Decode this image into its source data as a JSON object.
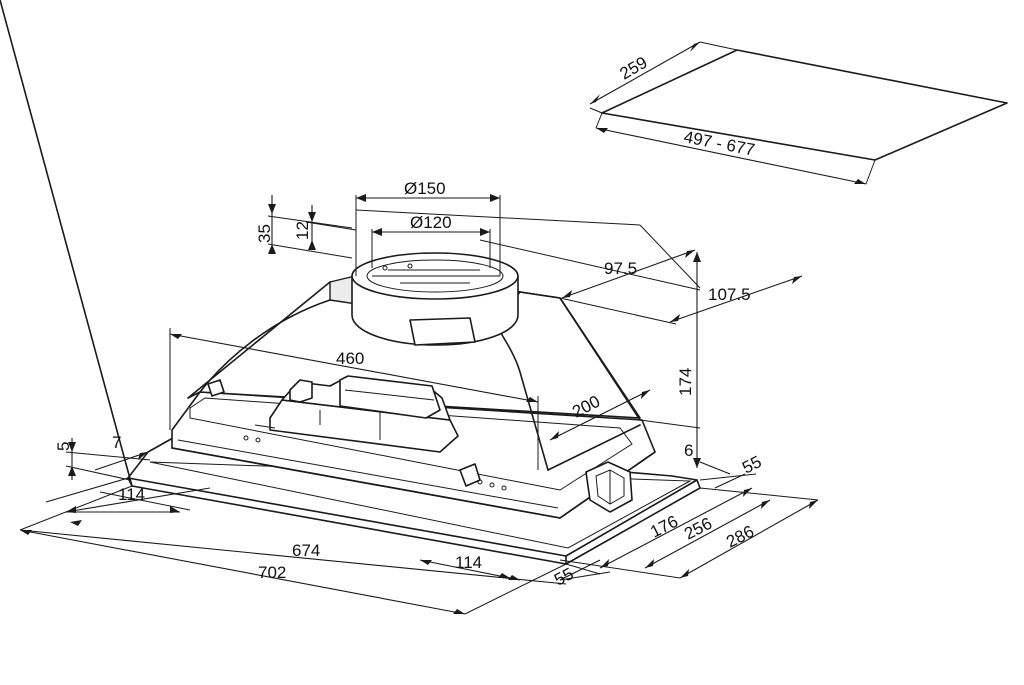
{
  "dimensions": {
    "cutout_depth": "259",
    "cutout_width": "497 - 677",
    "outlet_outer_diameter": "Ø150",
    "outlet_inner_diameter": "Ø120",
    "spigot_height": "35",
    "spigot_inner_height": "12",
    "outlet_offset_a": "97.5",
    "outlet_offset_b": "107.5",
    "body_height": "174",
    "body_width": "460",
    "body_depth": "200",
    "flange_height": "5",
    "flange_step": "7",
    "flange_overhang_left": "114",
    "flange_overhang_right": "114",
    "inner_width": "674",
    "overall_width": "702",
    "side_offset_6": "6",
    "side_offset_55_top": "55",
    "side_offset_55_bottom": "55",
    "depth_176": "176",
    "depth_256": "256",
    "depth_286": "286"
  }
}
